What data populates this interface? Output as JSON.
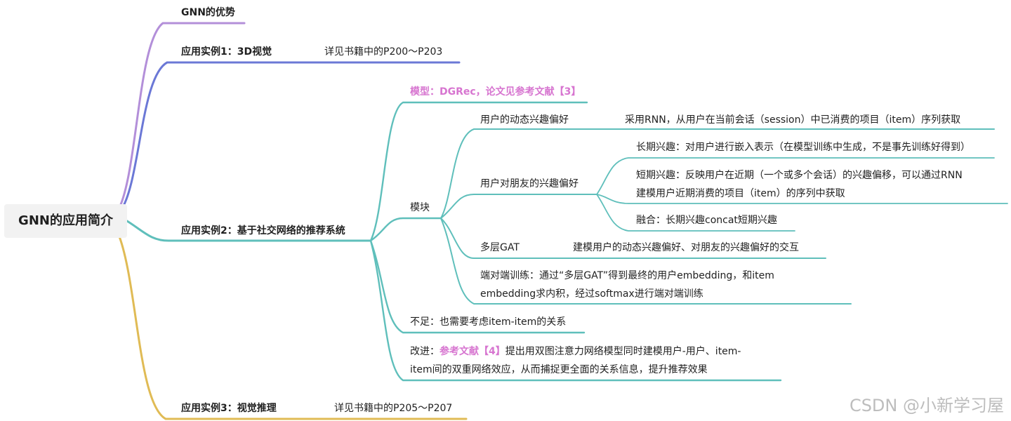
{
  "diagram": {
    "root": "GNN的应用简介",
    "branch_advantage": "GNN的优势",
    "app1": {
      "label": "应用实例1：3D视觉",
      "note": "详见书籍中的P200～P203"
    },
    "app2": {
      "label": "应用实例2：基于社交网络的推荐系统",
      "model": "模型：DGRec，论文见参考文献【3】",
      "module": "模块",
      "dynamic": {
        "label": "用户的动态兴趣偏好",
        "detail": "采用RNN，从用户在当前会话（session）中已消费的项目（item）序列获取"
      },
      "friends": {
        "label": "用户对朋友的兴趣偏好",
        "long_term": "长期兴趣：对用户进行嵌入表示（在模型训练中生成，不是事先训练好得到）",
        "short_term_line1": "短期兴趣：反映用户在近期（一个或多个会话）的兴趣偏移，可以通过RNN",
        "short_term_line2": "建模用户近期消费的项目（item）的序列中获取",
        "fusion": "融合：长期兴趣concat短期兴趣"
      },
      "gat": {
        "label": "多层GAT",
        "detail": "建模用户的动态兴趣偏好、对朋友的兴趣偏好的交互"
      },
      "e2e_line1": "端对端训练：通过“多层GAT”得到最终的用户embedding，和item",
      "e2e_line2": "embedding求内积，经过softmax进行端对端训练",
      "shortcoming": "不足：也需要考虑item-item的关系",
      "improve_prefix": "改进：",
      "improve_ref": "参考文献【4】",
      "improve_rest": "提出用双图注意力网络模型同时建模用户-用户、item-",
      "improve_line2": "item间的双重网络效应，从而捕捉更全面的关系信息，提升推荐效果"
    },
    "app3": {
      "label": "应用实例3：视觉推理",
      "note": "详见书籍中的P205～P207"
    },
    "watermark": "CSDN @小新学习屋"
  },
  "colors": {
    "advantage_branch": "#b38fd9",
    "app1_branch": "#6b78d6",
    "app2_branch": "#5fbfbb",
    "app3_branch": "#e0bb55",
    "accent_text": "#d775d0"
  }
}
